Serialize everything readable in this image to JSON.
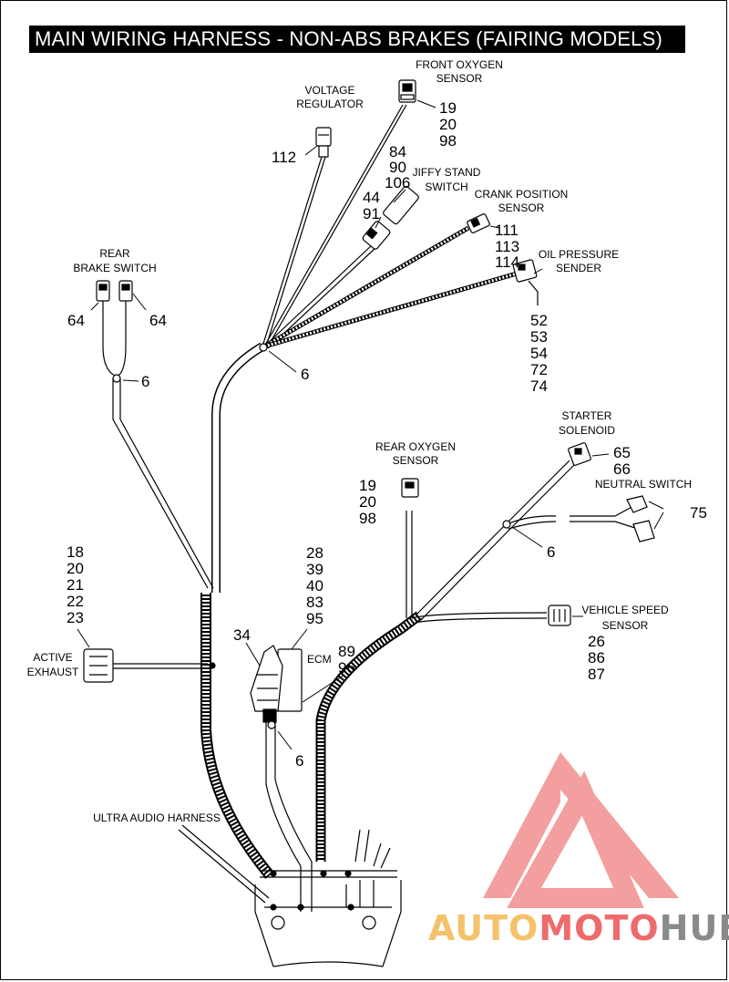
{
  "title": "MAIN WIRING HARNESS - NON-ABS BRAKES (FAIRING MODELS)",
  "components": {
    "front_oxygen_sensor": {
      "line1": "FRONT OXYGEN",
      "line2": "SENSOR",
      "refs": [
        "19",
        "20",
        "98"
      ]
    },
    "voltage_regulator": {
      "line1": "VOLTAGE",
      "line2": "REGULATOR",
      "refs": [
        "112"
      ]
    },
    "jiffy_stand_switch": {
      "line1": "JIFFY STAND",
      "line2": "SWITCH",
      "refs": [
        "84",
        "90",
        "106"
      ],
      "refs_left": [
        "44",
        "91"
      ]
    },
    "crank_position_sensor": {
      "line1": "CRANK POSITION",
      "line2": "SENSOR",
      "refs": [
        "111",
        "113",
        "114"
      ]
    },
    "oil_pressure_sender": {
      "line1": "OIL PRESSURE",
      "line2": "SENDER",
      "refs": [
        "52",
        "53",
        "54",
        "72",
        "74"
      ]
    },
    "rear_brake_switch": {
      "line1": "REAR",
      "line2": "BRAKE SWITCH",
      "refs": [
        "64",
        "64"
      ]
    },
    "rear_oxygen_sensor": {
      "line1": "REAR OXYGEN",
      "line2": "SENSOR",
      "refs": [
        "19",
        "20",
        "98"
      ]
    },
    "starter_solenoid": {
      "line1": "STARTER",
      "line2": "SOLENOID",
      "refs": [
        "65",
        "66"
      ]
    },
    "neutral_switch": {
      "line1": "NEUTRAL SWITCH",
      "refs": [
        "75"
      ]
    },
    "vehicle_speed_sensor": {
      "line1": "VEHICLE SPEED",
      "line2": "SENSOR",
      "refs": [
        "26",
        "86",
        "87"
      ]
    },
    "active_exhaust": {
      "line1": "ACTIVE",
      "line2": "EXHAUST",
      "refs": [
        "18",
        "20",
        "21",
        "22",
        "23"
      ]
    },
    "ecm": {
      "label": "ECM",
      "refs": [
        "28",
        "39",
        "40",
        "83",
        "95"
      ],
      "refs_right": [
        "89",
        "96"
      ],
      "ref_bracket": "34"
    },
    "ultra_audio_harness": {
      "label": "ULTRA AUDIO HARNESS"
    }
  },
  "clip_refs": [
    "6",
    "6",
    "6",
    "6"
  ],
  "watermark": {
    "part1": "AUTO",
    "part2": "MOTO",
    "part3": "HUB",
    "color_light": "#f5c26b",
    "color_red": "#ee6b6b",
    "color_dark": "#8a8a8a"
  }
}
